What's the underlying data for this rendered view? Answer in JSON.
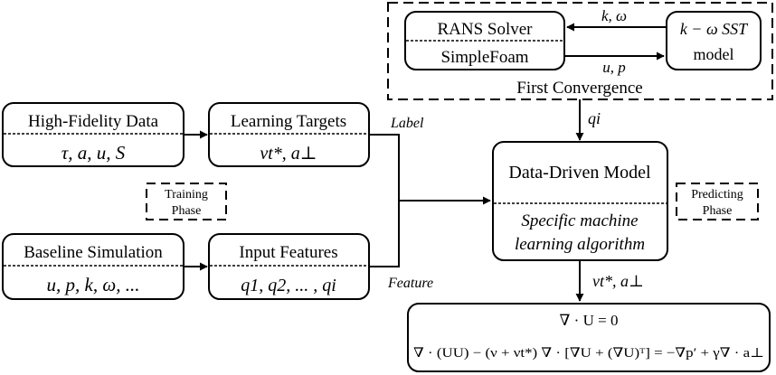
{
  "first_convergence": {
    "label": "First Convergence",
    "rans": {
      "title": "RANS Solver",
      "subtitle": "SimpleFoam"
    },
    "turbulence_model": {
      "line1": "k − ω SST",
      "line2": "model"
    },
    "arrow_top_label": "k, ω",
    "arrow_bottom_label": "u, p"
  },
  "high_fidelity": {
    "title": "High-Fidelity Data",
    "vars": "τ, a, u, S"
  },
  "learning_targets": {
    "title": "Learning Targets",
    "vars": "νt*, a⊥"
  },
  "training_phase": {
    "line1": "Training",
    "line2": "Phase"
  },
  "baseline": {
    "title": "Baseline Simulation",
    "vars": "u, p, k, ω, ..."
  },
  "input_features": {
    "title": "Input Features",
    "vars": "q1, q2, ... , qi"
  },
  "label_text": "Label",
  "feature_text": "Feature",
  "qi_label": "qi",
  "model": {
    "title": "Data-Driven Model",
    "desc_line1": "Specific machine",
    "desc_line2": "learning algorithm"
  },
  "predicting_phase": {
    "line1": "Predicting",
    "line2": "Phase"
  },
  "output_label": "νt*, a⊥",
  "equations": {
    "eq1": "∇ · U = 0",
    "eq2": "∇ · (UU) − (ν + νt*) ∇ · [∇U + (∇U)ᵀ] = −∇p′ + γ∇ · a⊥"
  }
}
